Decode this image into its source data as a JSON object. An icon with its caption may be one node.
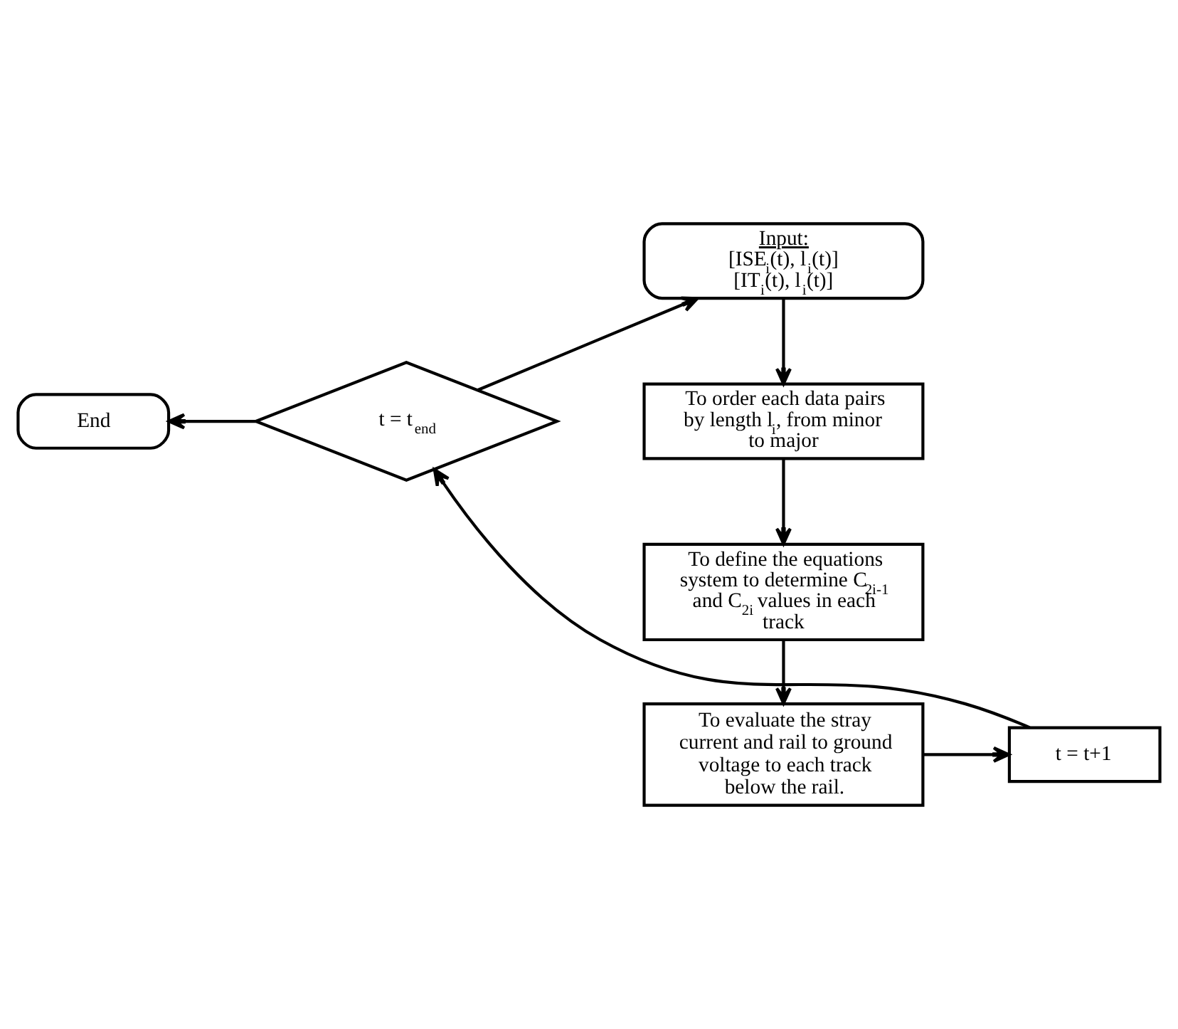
{
  "diagram": {
    "nodes": [
      {
        "text": [
          "Input:",
          "[ISE$_{i}$(t), l$_{i}$(t)]",
          "[IT$_{i}$(t), l$_{i}$(t)]"
        ]
      },
      {
        "text": [
          "To order each data pairs by length l$_{i}$, from minor to major"
        ]
      },
      {
        "text": [
          "To define the equations system to determine C$_{2i-1}$ and C$_{2i}$ values in each track"
        ]
      },
      {
        "text": [
          "To evaluate the stray current and rail to ground voltage to each track below the rail."
        ]
      },
      {
        "text": [
          "t = t+1"
        ]
      },
      {
        "text": [
          "t = t$_{end}$"
        ]
      },
      {
        "text": [
          "End"
        ]
      }
    ],
    "edges": [
      {
        "from": 0,
        "to": 1,
        "arrow": "to"
      },
      {
        "from": 1,
        "to": 2,
        "arrow": "to"
      },
      {
        "from": 2,
        "to": 3,
        "arrow": "to"
      },
      {
        "from": 3,
        "to": 4,
        "arrow": "to"
      },
      {
        "from": 4,
        "to": 5,
        "arrow": "to"
      },
      {
        "from": 5,
        "to": 0,
        "arrow": "to"
      },
      {
        "from": 5,
        "to": 6,
        "arrow": "to"
      }
    ]
  }
}
